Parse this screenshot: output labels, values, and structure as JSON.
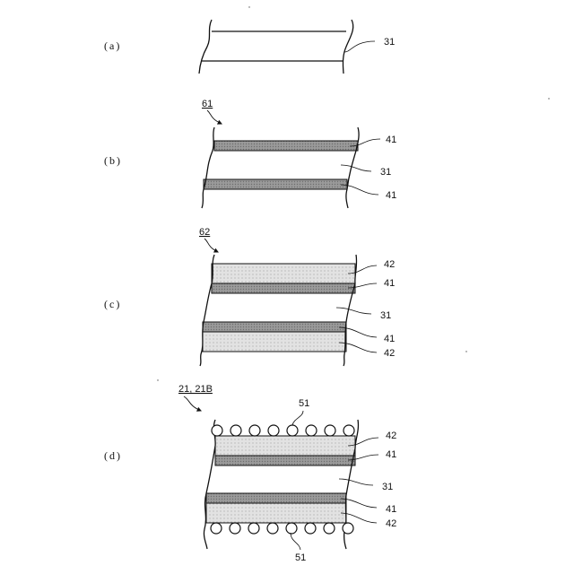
{
  "panels": [
    {
      "id": "a",
      "label": "(a)",
      "ref": ""
    },
    {
      "id": "b",
      "label": "(b)",
      "ref": "61"
    },
    {
      "id": "c",
      "label": "(c)",
      "ref": "62"
    },
    {
      "id": "d",
      "label": "(d)",
      "ref": "21, 21B"
    }
  ],
  "callouts": {
    "a": [
      "31"
    ],
    "b": [
      "41",
      "31",
      "41"
    ],
    "c": [
      "42",
      "41",
      "31",
      "41",
      "42"
    ],
    "d": [
      "51",
      "42",
      "41",
      "31",
      "41",
      "42",
      "51"
    ]
  },
  "colors": {
    "layer_41": "#9a9a9a",
    "layer_42": "#dedede",
    "line": "#111111"
  }
}
